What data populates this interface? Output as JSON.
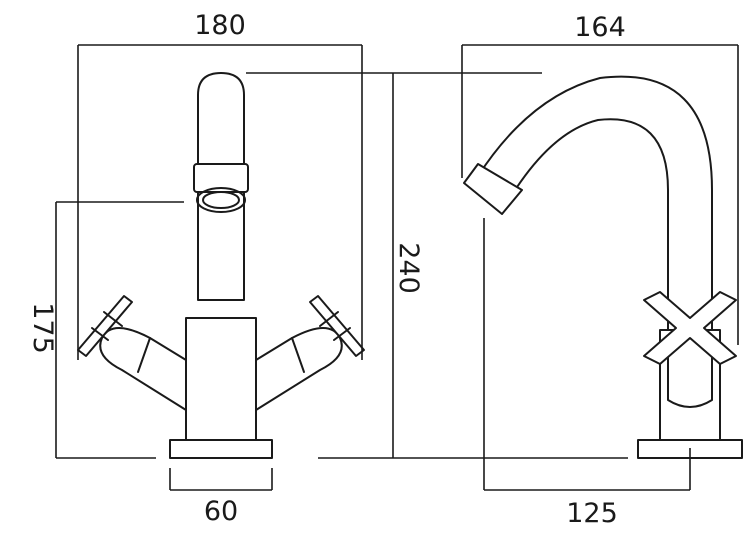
{
  "diagram": {
    "dimensions": {
      "front_width": "180",
      "side_width": "164",
      "height_total": "240",
      "height_spout": "175",
      "base_width": "60",
      "side_reach": "125"
    },
    "colors": {
      "line": "#1a1a1a",
      "background": "#ffffff"
    }
  }
}
